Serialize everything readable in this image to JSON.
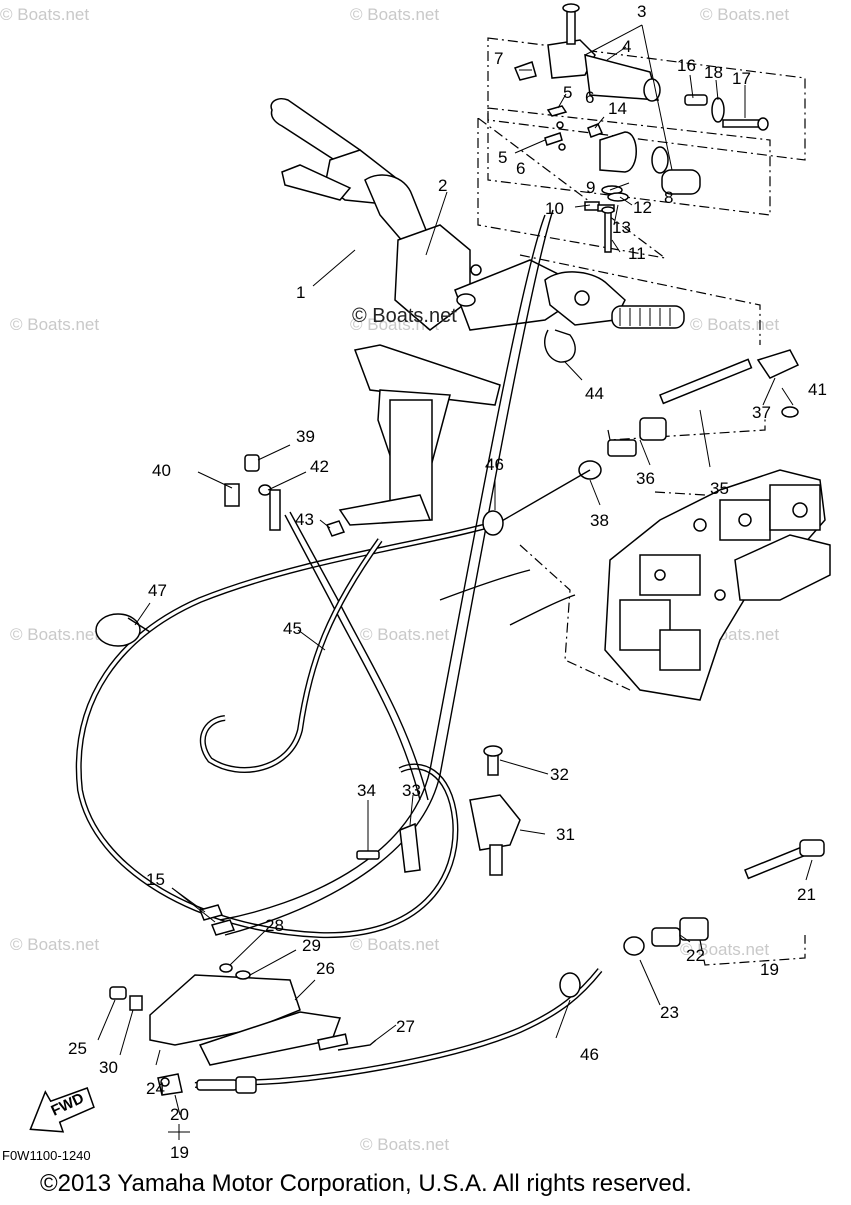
{
  "diagram": {
    "watermarks": [
      "© Boats.net",
      "© Boats.net",
      "© Boats.net",
      "© Boats.net",
      "© Boats.net",
      "© Boats.net",
      "© Boats.net",
      "© Boats.net",
      "© Boats.net",
      "© Boats.net",
      "© Boats.net",
      "© Boats.net",
      "© Boats.net"
    ],
    "center_watermark": "© Boats.net",
    "callouts": {
      "c1": "1",
      "c2": "2",
      "c3": "3",
      "c4": "4",
      "c5a": "5",
      "c5b": "5",
      "c6a": "6",
      "c6b": "6",
      "c7": "7",
      "c8": "8",
      "c9": "9",
      "c10": "10",
      "c11": "11",
      "c12": "12",
      "c13": "13",
      "c14": "14",
      "c15": "15",
      "c16": "16",
      "c17": "17",
      "c18": "18",
      "c19a": "19",
      "c19b": "19",
      "c20": "20",
      "c21": "21",
      "c22": "22",
      "c23": "23",
      "c24": "24",
      "c25": "25",
      "c26": "26",
      "c27": "27",
      "c28": "28",
      "c29": "29",
      "c30": "30",
      "c31": "31",
      "c32": "32",
      "c33": "33",
      "c34": "34",
      "c35": "35",
      "c36": "36",
      "c37": "37",
      "c38": "38",
      "c39": "39",
      "c40": "40",
      "c41": "41",
      "c42": "42",
      "c43": "43",
      "c44": "44",
      "c45": "45",
      "c46a": "46",
      "c46b": "46",
      "c47": "47"
    },
    "direction_label": "FWD",
    "drawing_code": "F0W1100-1240",
    "copyright": "©2013 Yamaha Motor Corporation, U.S.A. All rights reserved."
  }
}
